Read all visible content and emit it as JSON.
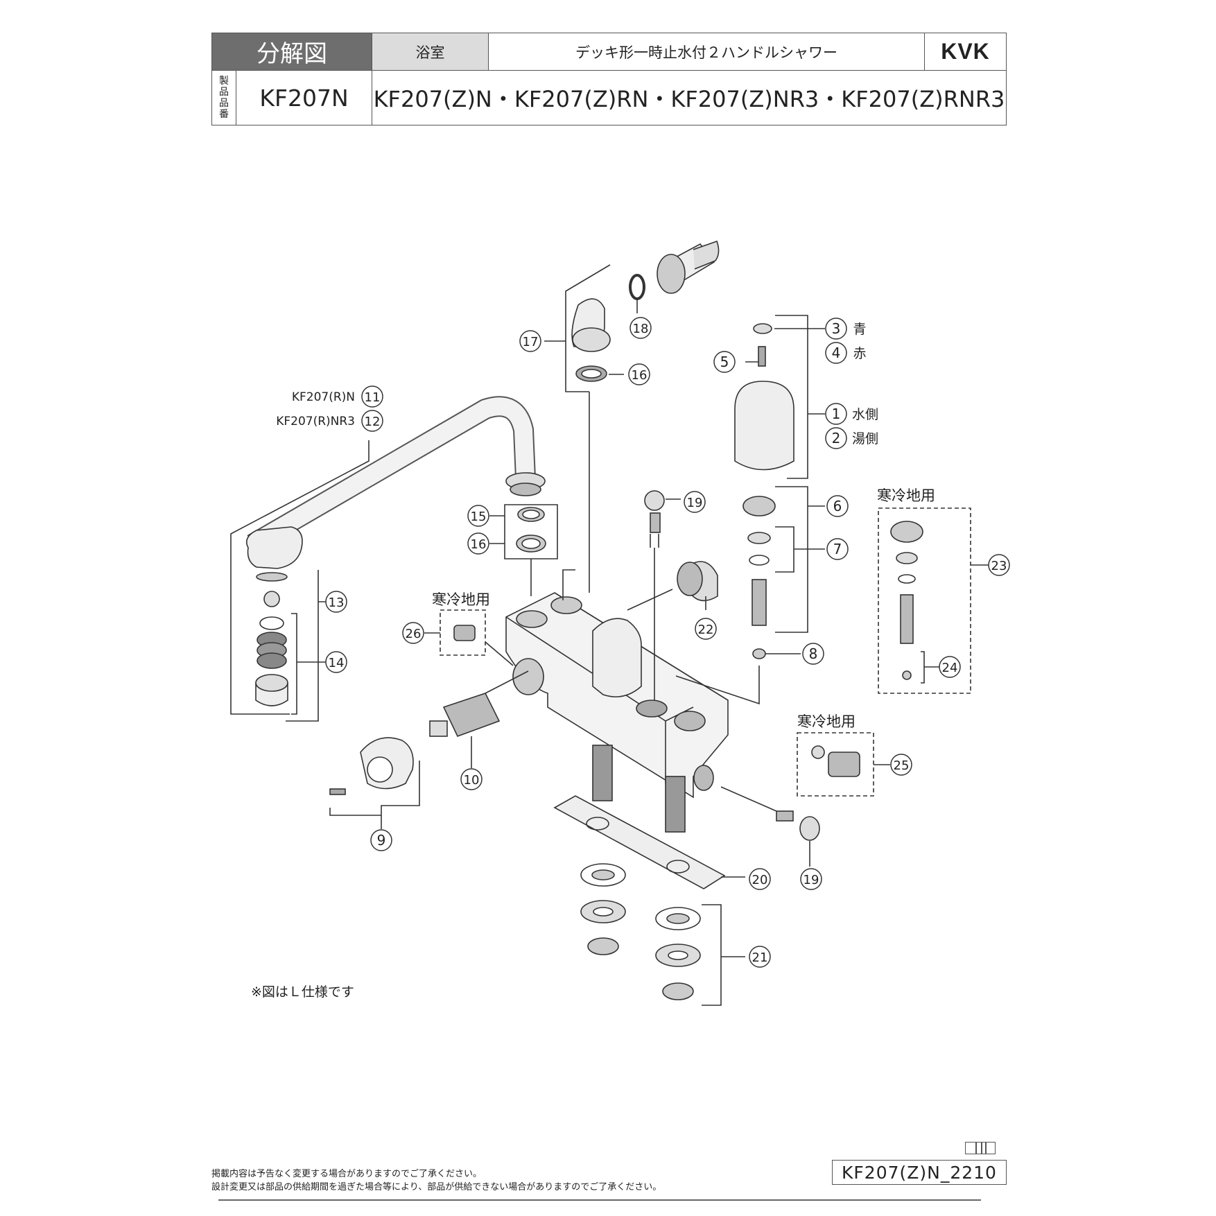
{
  "header": {
    "title": "分解図",
    "category": "浴室",
    "description": "デッキ形一時止水付２ハンドルシャワー",
    "brand": "KVK",
    "vertical_label": [
      "製",
      "品",
      "品",
      "番"
    ],
    "model": "KF207N",
    "model_variants": "KF207(Z)N・KF207(Z)RN・KF207(Z)NR3・KF207(Z)RNR3"
  },
  "callouts": [
    {
      "num": "1",
      "label": "水側"
    },
    {
      "num": "2",
      "label": "湯側"
    },
    {
      "num": "3",
      "label": "青"
    },
    {
      "num": "4",
      "label": "赤"
    },
    {
      "num": "5",
      "label": ""
    },
    {
      "num": "6",
      "label": ""
    },
    {
      "num": "7",
      "label": ""
    },
    {
      "num": "8",
      "label": ""
    },
    {
      "num": "9",
      "label": ""
    },
    {
      "num": "10",
      "label": ""
    },
    {
      "num": "11",
      "label": "KF207(R)N"
    },
    {
      "num": "12",
      "label": "KF207(R)NR3"
    },
    {
      "num": "13",
      "label": ""
    },
    {
      "num": "14",
      "label": ""
    },
    {
      "num": "15",
      "label": ""
    },
    {
      "num": "16",
      "label": ""
    },
    {
      "num": "16",
      "label": ""
    },
    {
      "num": "17",
      "label": ""
    },
    {
      "num": "18",
      "label": ""
    },
    {
      "num": "19",
      "label": ""
    },
    {
      "num": "19",
      "label": ""
    },
    {
      "num": "20",
      "label": ""
    },
    {
      "num": "21",
      "label": ""
    },
    {
      "num": "22",
      "label": ""
    },
    {
      "num": "23",
      "label": ""
    },
    {
      "num": "24",
      "label": ""
    },
    {
      "num": "25",
      "label": ""
    },
    {
      "num": "26",
      "label": ""
    }
  ],
  "cold_region_label": "寒冷地用",
  "diagram_note": "※図はＬ仕様です",
  "footer": {
    "disclaimer_1": "掲載内容は予告なく変更する場合がありますのでご了承ください。",
    "disclaimer_2": "設計変更又は部品の供給期間を過ぎた場合等により、部品が供給できない場合がありますのでご了承ください。",
    "doc_id": "KF207(Z)N_2210"
  }
}
